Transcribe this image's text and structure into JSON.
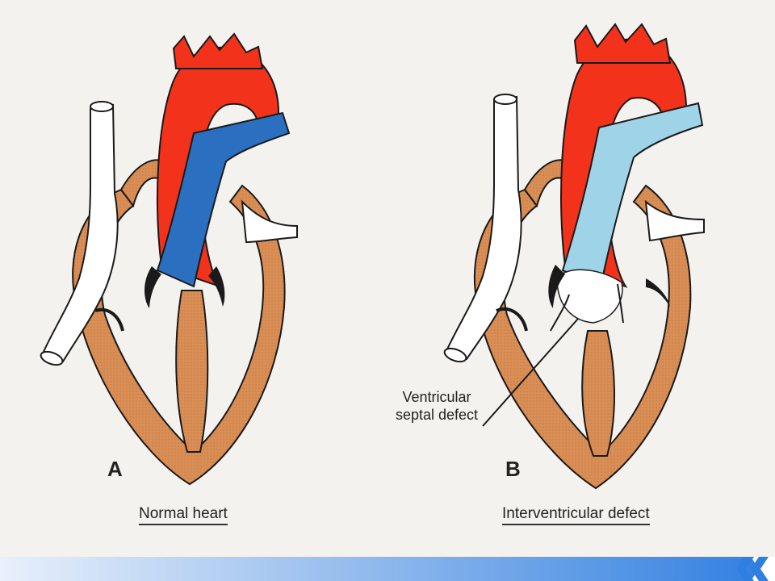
{
  "slide": {
    "colors": {
      "background": "#f4f2ef",
      "aorta": "#f2321a",
      "pulmonary_normal": "#2a6fc0",
      "pulmonary_defect": "#9fd3e8",
      "myocardium": "#d98e55",
      "outline": "#1a1a1a",
      "vein": "#ffffff",
      "footer_accent": "#2f7fe0"
    }
  },
  "panel_a": {
    "letter": "A",
    "caption": "Normal heart"
  },
  "panel_b": {
    "letter": "B",
    "caption": "Interventricular defect",
    "annotation_line1": "Ventricular",
    "annotation_line2": "septal defect"
  }
}
